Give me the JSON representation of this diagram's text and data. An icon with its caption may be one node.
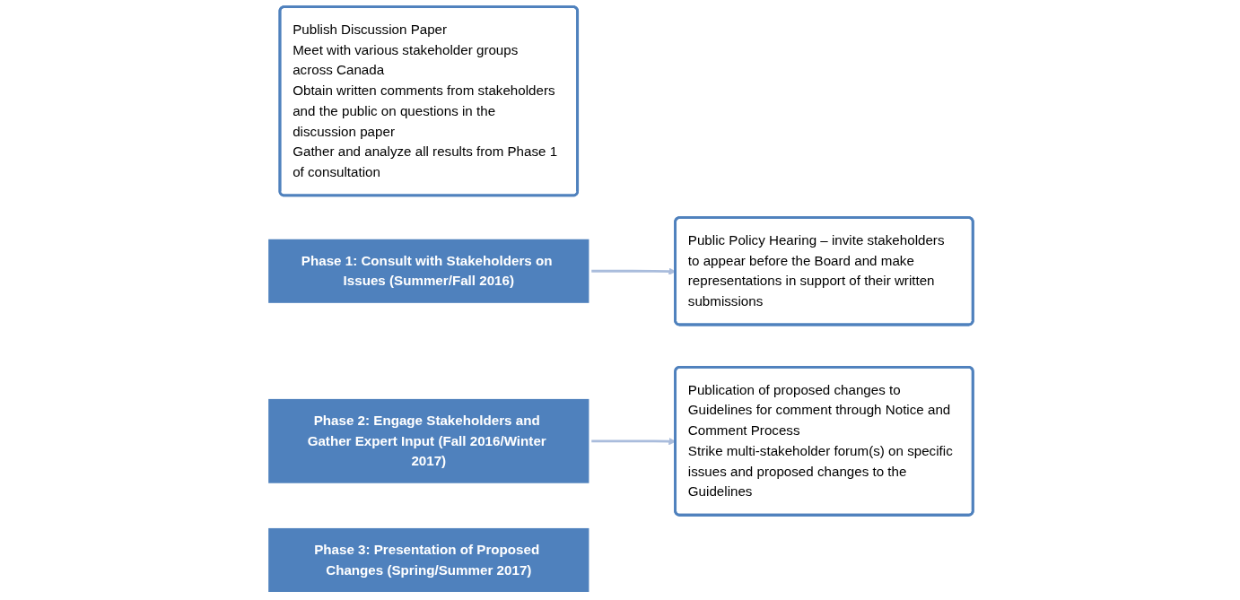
{
  "diagram": {
    "nodes": [
      {
        "text": [
          "Publish Discussion Paper",
          "Meet with various stakeholder groups across Canada",
          "Obtain written comments from stakeholders and the public on questions in the discussion paper",
          "Gather and analyze all results from Phase 1 of consultation"
        ]
      },
      {
        "text": [
          "Phase 1: Consult with Stakeholders on Issues (Summer/Fall 2016)"
        ]
      },
      {
        "text": [
          "Phase 2: Engage Stakeholders and Gather Expert Input (Fall 2016/Winter 2017)"
        ]
      },
      {
        "text": [
          "Public Policy Hearing – invite stakeholders to appear before the Board and make representations in support of their written submissions"
        ]
      },
      {
        "text": [
          "Publication of proposed changes to Guidelines for comment through Notice and Comment Process",
          "Strike multi-stakeholder forum(s) on specific issues and proposed changes to the Guidelines"
        ]
      },
      {
        "text": [
          "Phase 3: Presentation of Proposed Changes (Spring/Summer 2017)"
        ]
      }
    ],
    "edges": [
      {
        "from": 1,
        "to": 3,
        "arrow": "to"
      },
      {
        "from": 2,
        "to": 4,
        "arrow": "to"
      }
    ]
  }
}
